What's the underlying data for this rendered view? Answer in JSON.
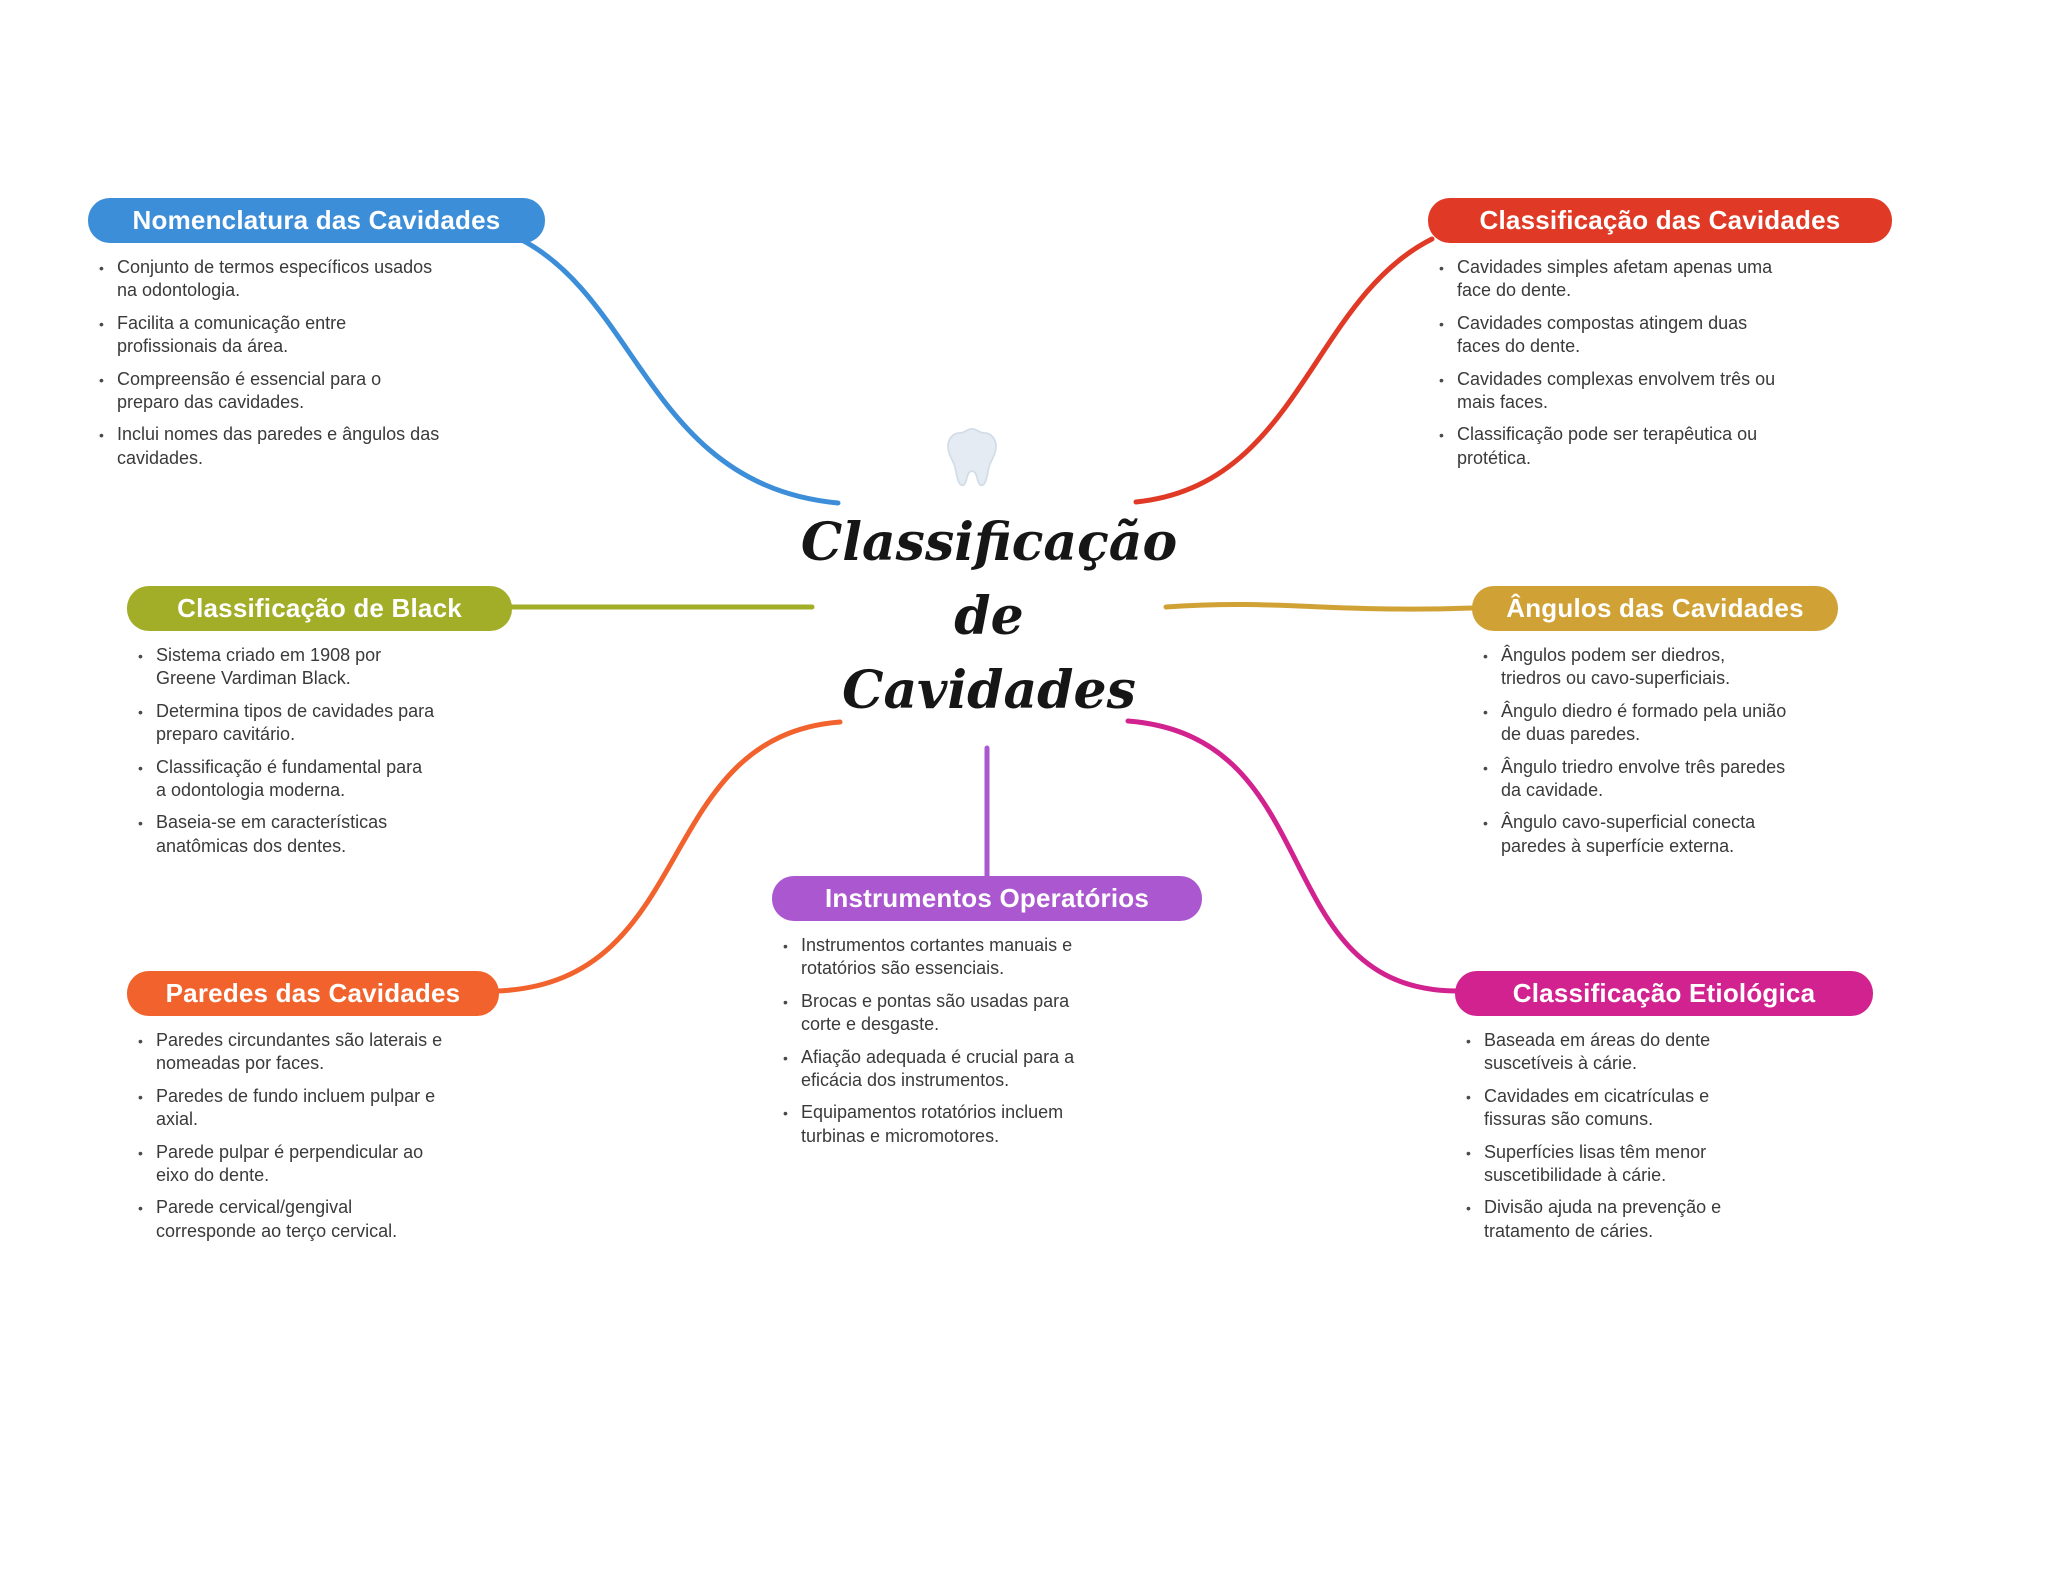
{
  "center": {
    "line1": "Classificação",
    "line2": "de",
    "line3": "Cavidades"
  },
  "icons": {
    "tooth": "tooth-icon"
  },
  "nodes": {
    "nomenclatura": {
      "label": "Nomenclatura das Cavidades",
      "color": "#3d8ed9",
      "bullets": [
        "Conjunto de termos específicos usados na odontologia.",
        "Facilita a comunicação entre profissionais da área.",
        "Compreensão é essencial para o preparo das cavidades.",
        "Inclui nomes das paredes e ângulos das cavidades."
      ]
    },
    "classificacao": {
      "label": "Classificação das Cavidades",
      "color": "#e03a26",
      "bullets": [
        "Cavidades simples afetam apenas uma face do dente.",
        "Cavidades compostas atingem duas faces do dente.",
        "Cavidades complexas envolvem três ou mais faces.",
        "Classificação pode ser terapêutica ou protética."
      ]
    },
    "black": {
      "label": "Classificação de Black",
      "color": "#a2ae27",
      "bullets": [
        "Sistema criado em 1908 por Greene Vardiman Black.",
        "Determina tipos de cavidades para preparo cavitário.",
        "Classificação é fundamental para a odontologia moderna.",
        "Baseia-se em características anatômicas dos dentes."
      ]
    },
    "angulos": {
      "label": "Ângulos das Cavidades",
      "color": "#d0a236",
      "bullets": [
        "Ângulos podem ser diedros, triedros ou cavo-superficiais.",
        "Ângulo diedro é formado pela união de duas paredes.",
        "Ângulo triedro envolve três paredes da cavidade.",
        "Ângulo cavo-superficial conecta paredes à superfície externa."
      ]
    },
    "paredes": {
      "label": "Paredes das Cavidades",
      "color": "#f2622d",
      "bullets": [
        "Paredes circundantes são laterais e nomeadas por faces.",
        "Paredes de fundo incluem pulpar e axial.",
        "Parede pulpar é perpendicular ao eixo do dente.",
        "Parede cervical/gengival corresponde ao terço cervical."
      ]
    },
    "instrumentos": {
      "label": "Instrumentos Operatórios",
      "color": "#ab58d0",
      "bullets": [
        "Instrumentos cortantes manuais e rotatórios são essenciais.",
        "Brocas e pontas são usadas para corte e desgaste.",
        "Afiação adequada é crucial para a eficácia dos instrumentos.",
        "Equipamentos rotatórios incluem turbinas e micromotores."
      ]
    },
    "etiologica": {
      "label": "Classificação Etiológica",
      "color": "#d22290",
      "bullets": [
        "Baseada em áreas do dente suscetíveis à cárie.",
        "Cavidades em cicatrículas e fissuras são comuns.",
        "Superfícies lisas têm menor suscetibilidade à cárie.",
        "Divisão ajuda na prevenção e tratamento de cáries."
      ]
    }
  }
}
